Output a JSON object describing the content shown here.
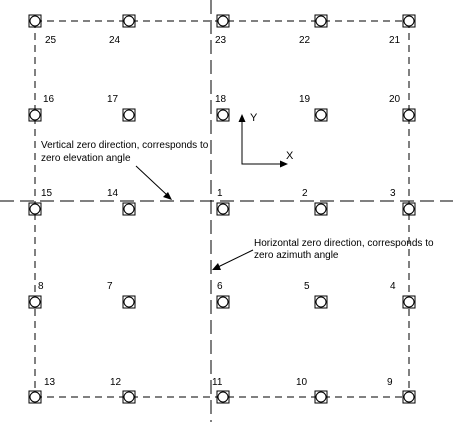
{
  "elements": [
    {
      "id": "25",
      "label": "25"
    },
    {
      "id": "24",
      "label": "24"
    },
    {
      "id": "23",
      "label": "23"
    },
    {
      "id": "22",
      "label": "22"
    },
    {
      "id": "21",
      "label": "21"
    },
    {
      "id": "16",
      "label": "16"
    },
    {
      "id": "17",
      "label": "17"
    },
    {
      "id": "18",
      "label": "18"
    },
    {
      "id": "19",
      "label": "19"
    },
    {
      "id": "20",
      "label": "20"
    },
    {
      "id": "15",
      "label": "15"
    },
    {
      "id": "14",
      "label": "14"
    },
    {
      "id": "1",
      "label": "1"
    },
    {
      "id": "2",
      "label": "2"
    },
    {
      "id": "3",
      "label": "3"
    },
    {
      "id": "8",
      "label": "8"
    },
    {
      "id": "7",
      "label": "7"
    },
    {
      "id": "6",
      "label": "6"
    },
    {
      "id": "5",
      "label": "5"
    },
    {
      "id": "4",
      "label": "4"
    },
    {
      "id": "13",
      "label": "13"
    },
    {
      "id": "12",
      "label": "12"
    },
    {
      "id": "11",
      "label": "11"
    },
    {
      "id": "10",
      "label": "10"
    },
    {
      "id": "9",
      "label": "9"
    }
  ],
  "axes": {
    "y_label": "Y",
    "x_label": "X"
  },
  "annotations": {
    "vertical_zero": {
      "line1": "Vertical zero direction, corresponds to",
      "line2": "zero elevation angle"
    },
    "horizontal_zero": {
      "line1": "Horizontal zero direction, corresponds to",
      "line2": "zero azimuth angle"
    }
  },
  "colors": {
    "ink": "#000000",
    "background": "#ffffff"
  }
}
